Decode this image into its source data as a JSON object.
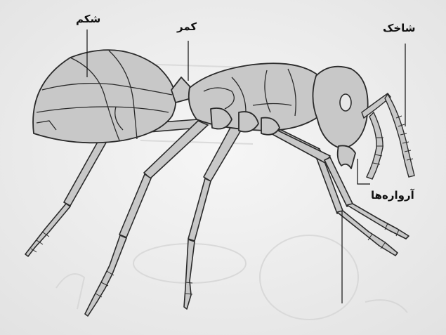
{
  "labels": {
    "abdomen": "شکم",
    "waist": "کمر",
    "antenna": "شاخک",
    "mandibles": "آرواره‌ها"
  },
  "colors": {
    "paper": "#eeeeee",
    "body_fill": "#c8c8c8",
    "outline": "#2a2a2a",
    "ghost": "#d8d8d8"
  }
}
